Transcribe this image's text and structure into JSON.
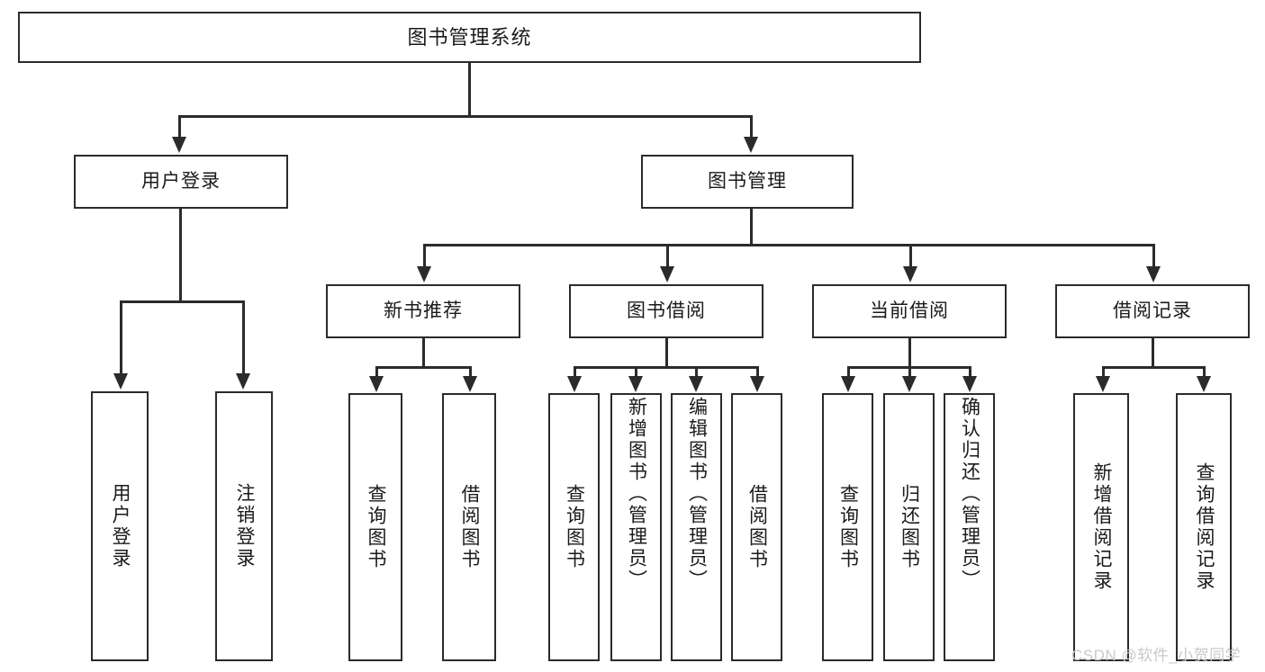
{
  "diagram": {
    "title": "图书管理系统",
    "type": "tree-diagram",
    "root": {
      "label": "图书管理系统"
    },
    "level2": [
      {
        "label": "用户登录"
      },
      {
        "label": "图书管理"
      }
    ],
    "level3": [
      {
        "label": "新书推荐"
      },
      {
        "label": "图书借阅"
      },
      {
        "label": "当前借阅"
      },
      {
        "label": "借阅记录"
      }
    ],
    "leaves": {
      "user_login": [
        {
          "label": "用户登录"
        },
        {
          "label": "注销登录"
        }
      ],
      "new_book_recommend": [
        {
          "label": "查询图书"
        },
        {
          "label": "借阅图书"
        }
      ],
      "book_borrow": [
        {
          "label": "查询图书"
        },
        {
          "label": "新增图书（管理员）"
        },
        {
          "label": "编辑图书（管理员）"
        },
        {
          "label": "借阅图书"
        }
      ],
      "current_borrow": [
        {
          "label": "查询图书"
        },
        {
          "label": "归还图书"
        },
        {
          "label": "确认归还（管理员）"
        }
      ],
      "borrow_record": [
        {
          "label": "新增借阅记录"
        },
        {
          "label": "查询借阅记录"
        }
      ]
    }
  },
  "watermark": {
    "text": "CSDN @软件_小贺同学"
  },
  "colors": {
    "stroke": "#2b2b2b",
    "background": "#ffffff",
    "text": "#1a1a1a",
    "watermark": "#c9c9c9"
  }
}
